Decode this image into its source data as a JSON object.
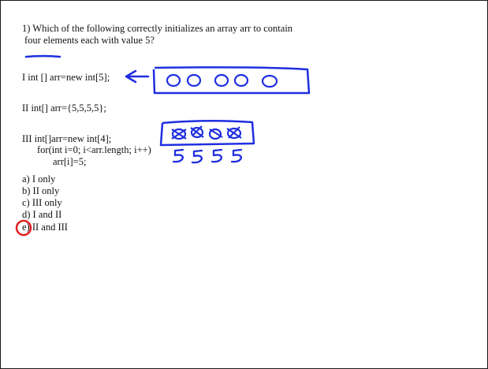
{
  "question": {
    "line1": "1) Which of the following correctly initializes an array arr to contain",
    "line2": "four elements each with value 5?"
  },
  "statements": {
    "s1": "I  int [] arr=new int[5];",
    "s2": "II int[] arr={5,5,5,5};",
    "s3_line1": "III  int[]arr=new int[4];",
    "s3_line2": "for(int i=0; i<arr.length; i++)",
    "s3_line3": "arr[i]=5;"
  },
  "options": {
    "a": "a) I only",
    "b": "b) II only",
    "c": "c) III only",
    "d": "d)  I and II",
    "e": "e) II and III"
  },
  "colors": {
    "ink_blue": "#1f2fe0",
    "ink_red": "#e02020",
    "text": "#111111",
    "border": "#1a1a1a"
  }
}
